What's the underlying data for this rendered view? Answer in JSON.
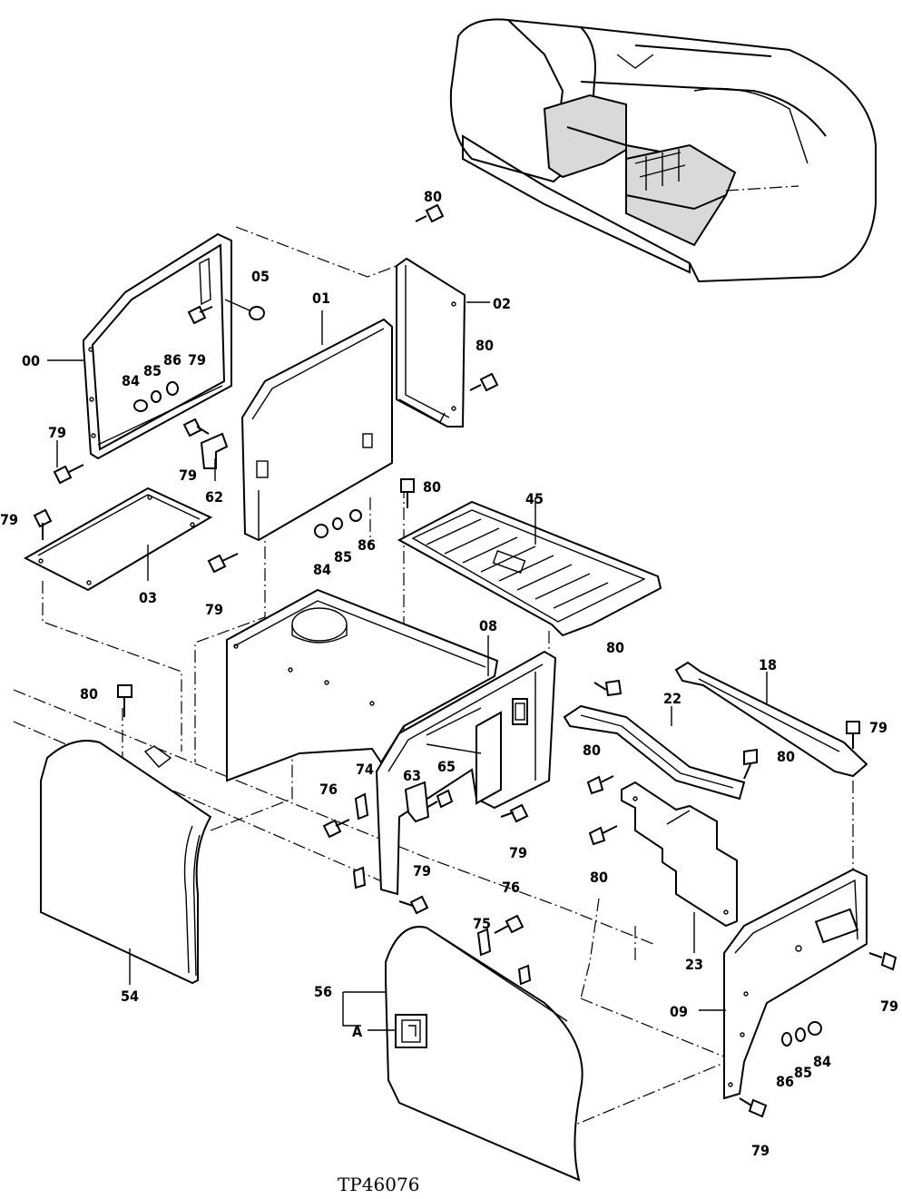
{
  "caption": "TP46076",
  "callouts": [
    {
      "id": "c-00",
      "text": "00"
    },
    {
      "id": "c-01",
      "text": "01"
    },
    {
      "id": "c-02",
      "text": "02"
    },
    {
      "id": "c-03",
      "text": "03"
    },
    {
      "id": "c-05",
      "text": "05"
    },
    {
      "id": "c-08",
      "text": "08"
    },
    {
      "id": "c-09",
      "text": "09"
    },
    {
      "id": "c-18",
      "text": "18"
    },
    {
      "id": "c-22",
      "text": "22"
    },
    {
      "id": "c-23",
      "text": "23"
    },
    {
      "id": "c-45",
      "text": "45"
    },
    {
      "id": "c-54",
      "text": "54"
    },
    {
      "id": "c-56",
      "text": "56"
    },
    {
      "id": "c-A",
      "text": "A"
    },
    {
      "id": "c-62",
      "text": "62"
    },
    {
      "id": "c-63",
      "text": "63"
    },
    {
      "id": "c-65",
      "text": "65"
    },
    {
      "id": "c-74",
      "text": "74"
    },
    {
      "id": "c-75",
      "text": "75"
    },
    {
      "id": "c-76a",
      "text": "76"
    },
    {
      "id": "c-76b",
      "text": "76"
    },
    {
      "id": "c-79a",
      "text": "79"
    },
    {
      "id": "c-79b",
      "text": "79"
    },
    {
      "id": "c-79c",
      "text": "79"
    },
    {
      "id": "c-79d",
      "text": "79"
    },
    {
      "id": "c-79e",
      "text": "79"
    },
    {
      "id": "c-79f",
      "text": "79"
    },
    {
      "id": "c-79g",
      "text": "79"
    },
    {
      "id": "c-79h",
      "text": "79"
    },
    {
      "id": "c-79i",
      "text": "79"
    },
    {
      "id": "c-79j",
      "text": "79"
    },
    {
      "id": "c-80a",
      "text": "80"
    },
    {
      "id": "c-80b",
      "text": "80"
    },
    {
      "id": "c-80c",
      "text": "80"
    },
    {
      "id": "c-80d",
      "text": "80"
    },
    {
      "id": "c-80e",
      "text": "80"
    },
    {
      "id": "c-80f",
      "text": "80"
    },
    {
      "id": "c-80g",
      "text": "80"
    },
    {
      "id": "c-80h",
      "text": "80"
    },
    {
      "id": "c-84a",
      "text": "84"
    },
    {
      "id": "c-84b",
      "text": "84"
    },
    {
      "id": "c-84c",
      "text": "84"
    },
    {
      "id": "c-85a",
      "text": "85"
    },
    {
      "id": "c-85b",
      "text": "85"
    },
    {
      "id": "c-85c",
      "text": "85"
    },
    {
      "id": "c-86a",
      "text": "86"
    },
    {
      "id": "c-86b",
      "text": "86"
    },
    {
      "id": "c-86c",
      "text": "86"
    }
  ]
}
